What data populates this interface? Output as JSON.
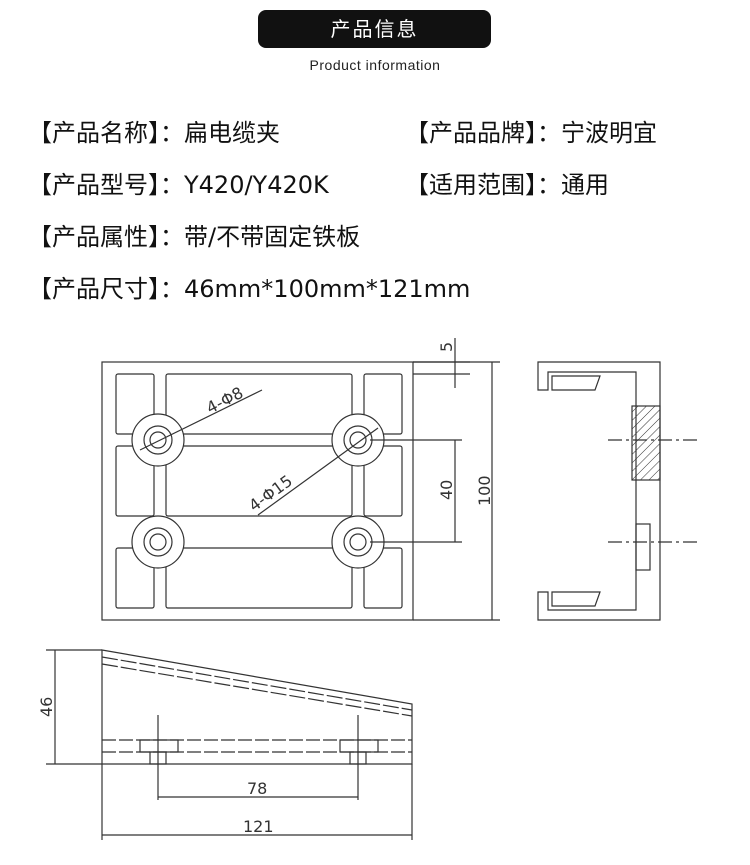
{
  "header": {
    "title": "产品信息",
    "subtitle": "Product information"
  },
  "specs": {
    "name": {
      "label": "【产品名称】：",
      "value": "扁电缆夹"
    },
    "brand": {
      "label": "【产品品牌】：",
      "value": "宁波明宜"
    },
    "model": {
      "label": "【产品型号】：",
      "value": "Y420/Y420K"
    },
    "scope": {
      "label": "【适用范围】：",
      "value": "通用"
    },
    "attribute": {
      "label": "【产品属性】：",
      "value": "带/不带固定铁板"
    },
    "size": {
      "label": "【产品尺寸】：",
      "value": "46mm*100mm*121mm"
    }
  },
  "drawing": {
    "dim_5": "5",
    "dim_40": "40",
    "dim_100": "100",
    "dim_46": "46",
    "dim_78": "78",
    "dim_121": "121",
    "hole_small": "4-Φ8",
    "hole_large": "4-Φ15"
  },
  "colors": {
    "badge": "#111111",
    "line": "#333333"
  }
}
